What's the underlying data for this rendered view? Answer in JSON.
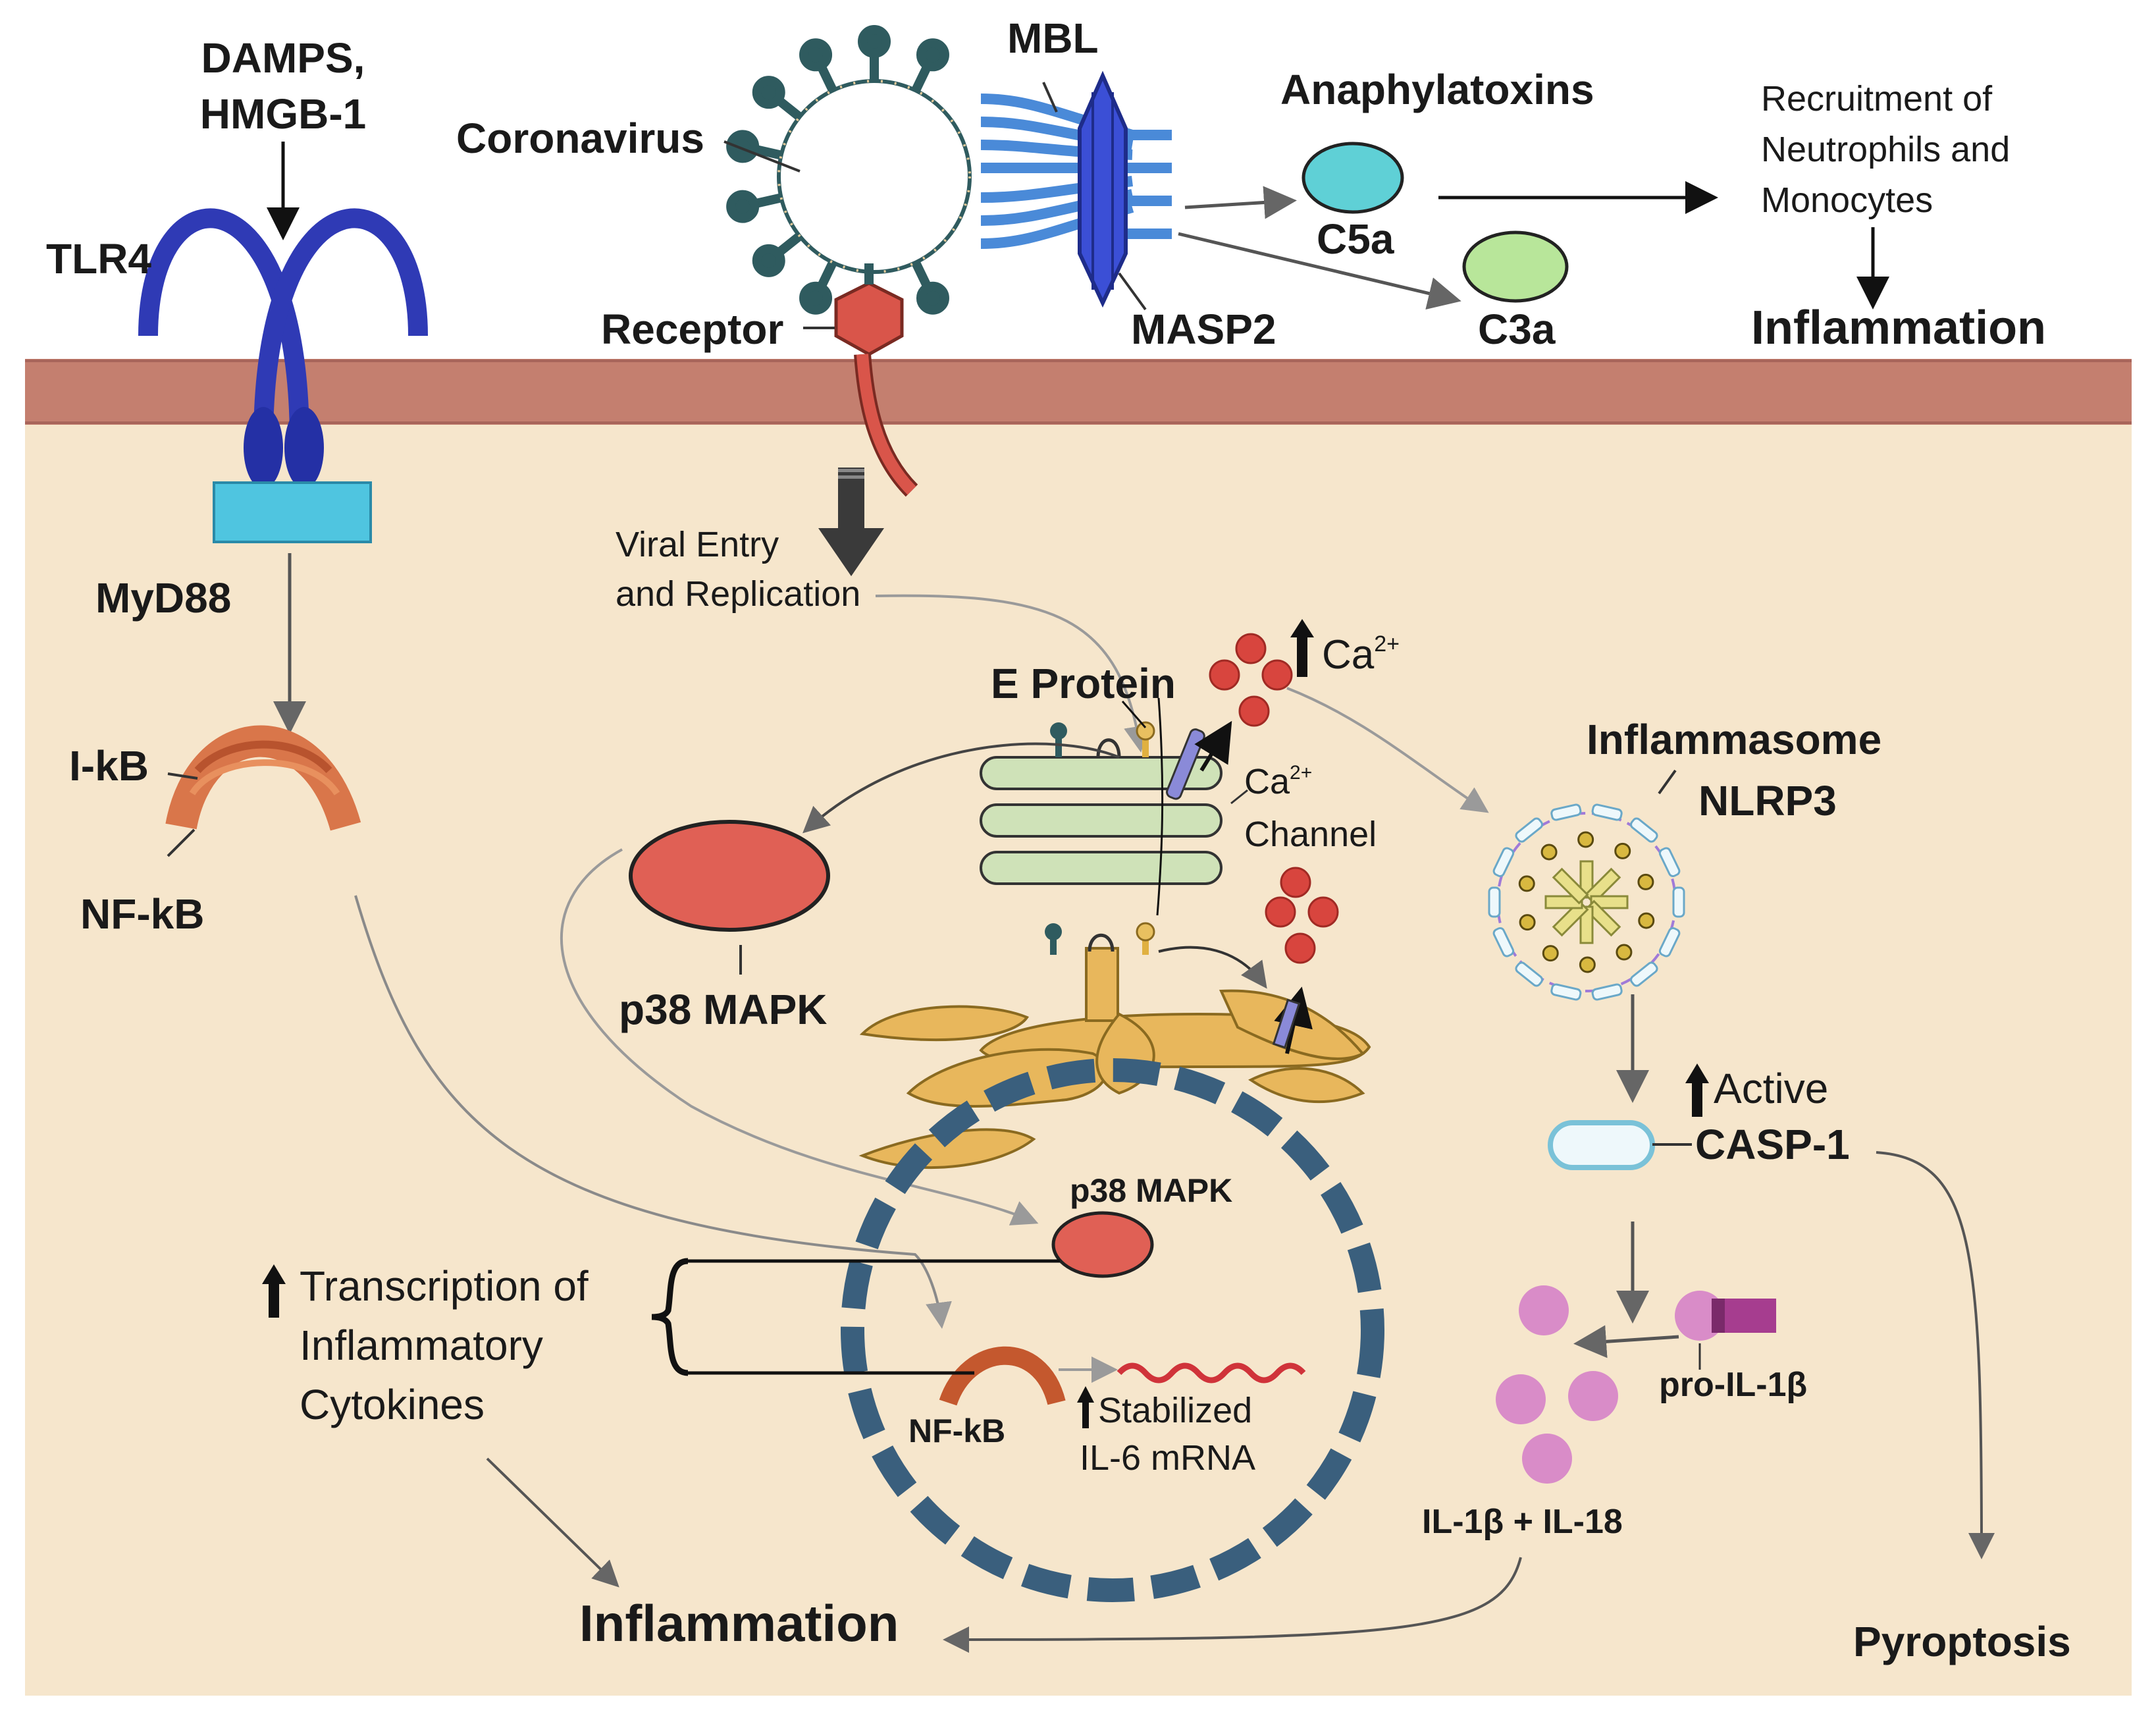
{
  "labels": {
    "damps": "DAMPS,",
    "hmgb1": "HMGB-1",
    "tlr4": "TLR4",
    "myd88": "MyD88",
    "ikb": "I-kB",
    "nfkb_cyto": "NF-kB",
    "coronavirus": "Coronavirus",
    "receptor": "Receptor",
    "mbl": "MBL",
    "masp2": "MASP2",
    "anaphylatoxins": "Anaphylatoxins",
    "c5a": "C5a",
    "c3a": "C3a",
    "recruitment_line1": "Recruitment of",
    "recruitment_line2": "Neutrophils and",
    "recruitment_line3": "Monocytes",
    "inflammation_top": "Inflammation",
    "viral_entry_line1": "Viral Entry",
    "viral_entry_line2": "and Replication",
    "e_protein": "E Protein",
    "ca_top": "Ca",
    "ca_top_sup": "2+",
    "ca_channel_ca": "Ca",
    "ca_channel_sup": "2+",
    "ca_channel_word": "Channel",
    "inflammasome": "Inflammasome",
    "nlrp3": "NLRP3",
    "p38_cyto": "p38 MAPK",
    "p38_nuc": "p38 MAPK",
    "active": "Active",
    "casp1": "CASP-1",
    "transcription_line1": "Transcription of",
    "transcription_line2": "Inflammatory",
    "transcription_line3": "Cytokines",
    "nfkb_nuc": "NF-kB",
    "stabilized_line1": "Stabilized",
    "stabilized_line2": "IL-6 mRNA",
    "pro_il1b": "pro-IL-1β",
    "il1b_il18": "IL-1β + IL-18",
    "inflammation_bottom": "Inflammation",
    "pyroptosis": "Pyroptosis"
  },
  "colors": {
    "cytoplasm": "#f6e6cc",
    "membrane": "#c47f6f",
    "tlr4": "#2f3ab5",
    "myd88": "#4fc5e0",
    "ikb": "#d9764a",
    "virus_spike": "#2f5b5f",
    "mbl": "#4a8ad8",
    "masp2": "#3b4fd6",
    "receptor": "#d9554a",
    "c5a": "#5fd0d6",
    "c3a": "#b8e69a",
    "p38": "#e06055",
    "er": "#cfe2b8",
    "golgi": "#e8b75c",
    "nucleus": "#3a5f7d",
    "calcium": "#d8453e",
    "cytokine": "#d98cc8",
    "pro_il1b": "#a63d8f",
    "mrna": "#d0333a",
    "casp1": "#a8dbe8"
  }
}
